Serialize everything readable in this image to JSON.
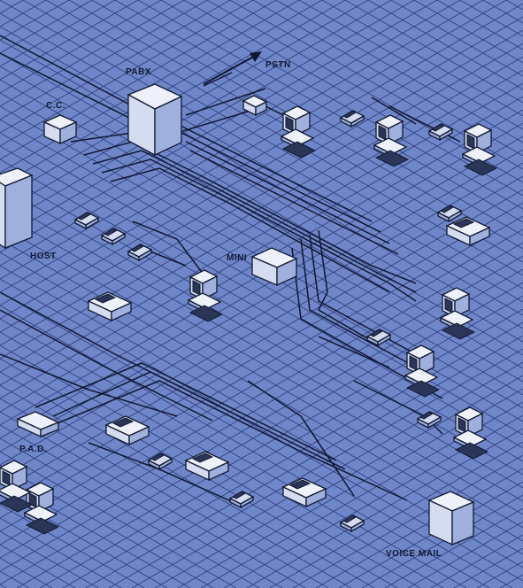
{
  "labels": {
    "pabx": "PABX",
    "pstn": "PSTN",
    "cc": "C.C.",
    "host": "HOST",
    "mini": "MINI",
    "pad": "P.A.D.",
    "voice_mail": "VOICE MAIL"
  },
  "colors": {
    "background": "#6f86c8",
    "grid": "#2b3d7a",
    "ink": "#111a33",
    "device_light": "#d5dcf0"
  }
}
